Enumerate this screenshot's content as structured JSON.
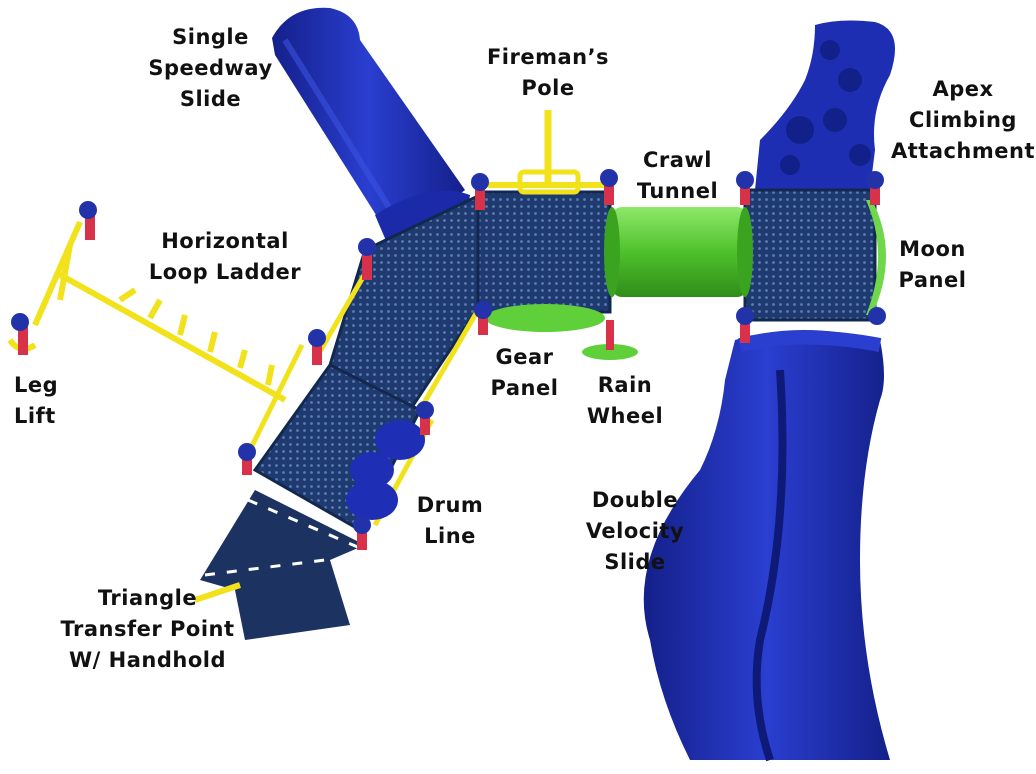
{
  "labels": {
    "single_speedway_slide": [
      "Single",
      "Speedway",
      "Slide"
    ],
    "firemans_pole": [
      "Fireman’s",
      "Pole"
    ],
    "apex_climbing_attachment": [
      "Apex",
      "Climbing",
      "Attachment"
    ],
    "crawl_tunnel": [
      "Crawl",
      "Tunnel"
    ],
    "horizontal_loop_ladder": [
      "Horizontal",
      "Loop Ladder"
    ],
    "moon_panel": [
      "Moon",
      "Panel"
    ],
    "leg_lift": [
      "Leg",
      "Lift"
    ],
    "gear_panel": [
      "Gear",
      "Panel"
    ],
    "rain_wheel": [
      "Rain",
      "Wheel"
    ],
    "drum_line": [
      "Drum",
      "Line"
    ],
    "double_velocity_slide": [
      "Double",
      "Velocity",
      "Slide"
    ],
    "triangle_transfer_point": [
      "Triangle",
      "Transfer Point",
      "W/ Handhold"
    ]
  },
  "colors": {
    "slide_blue": "#1f2fb5",
    "slide_blue_dark": "#14208a",
    "deck_navy": "#1e3a6e",
    "tunnel_green": "#5fcf3a",
    "rail_yellow": "#f2e21b",
    "post_red": "#d8324a",
    "cap_blue": "#2233aa"
  }
}
